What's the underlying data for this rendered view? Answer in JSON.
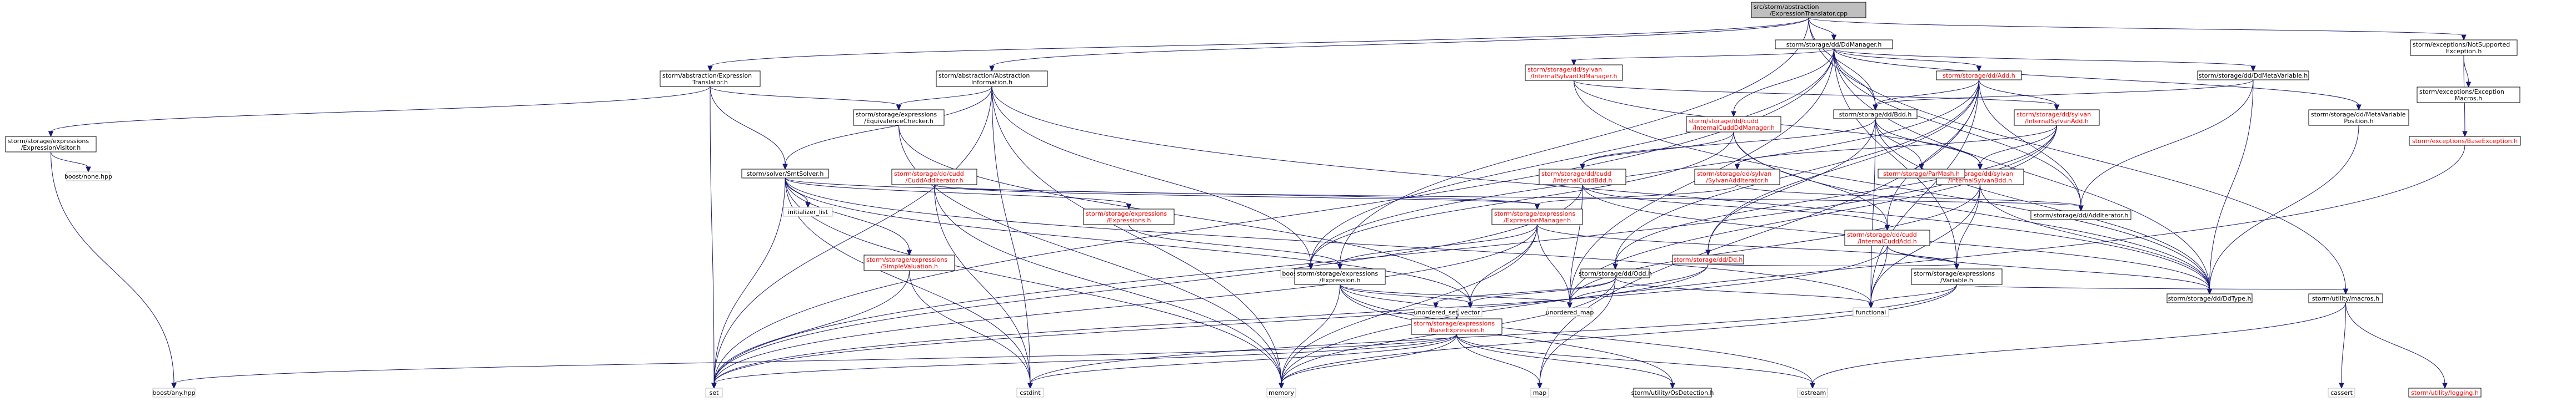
{
  "colors": {
    "edge": "#191970",
    "redText": "#ff0000",
    "rootFill": "#bfbfbf",
    "greyBorder": "#bfbfbf"
  },
  "nodes": [
    {
      "id": "root",
      "label": [
        "src/storm/abstraction",
        "/ExpressionTranslator.cpp"
      ],
      "kind": "root"
    },
    {
      "id": "abs_et_h",
      "label": [
        "storm/abstraction/Expression",
        "Translator.h"
      ]
    },
    {
      "id": "abs_info_h",
      "label": [
        "storm/abstraction/Abstraction",
        "Information.h"
      ]
    },
    {
      "id": "dd_manager_h",
      "label": [
        "storm/storage/dd/DdManager.h"
      ]
    },
    {
      "id": "ex_notsup_h",
      "label": [
        "storm/exceptions/NotSupported",
        "Exception.h"
      ]
    },
    {
      "id": "sylvan_mgr_h",
      "label": [
        "storm/storage/dd/sylvan",
        "/InternalSylvanDdManager.h"
      ],
      "kind": "red"
    },
    {
      "id": "add_h",
      "label": [
        "storm/storage/dd/Add.h"
      ],
      "kind": "red"
    },
    {
      "id": "meta_var_h",
      "label": [
        "storm/storage/dd/DdMetaVariable.h"
      ]
    },
    {
      "id": "cudd_mgr_h",
      "label": [
        "storm/storage/dd/cudd",
        "/InternalCuddDdManager.h"
      ],
      "kind": "red"
    },
    {
      "id": "expr_visitor_h",
      "label": [
        "storm/storage/expressions",
        "/ExpressionVisitor.h"
      ]
    },
    {
      "id": "equiv_h",
      "label": [
        "storm/storage/expressions",
        "/EquivalenceChecker.h"
      ]
    },
    {
      "id": "bdd_h",
      "label": [
        "storm/storage/dd/Bdd.h"
      ]
    },
    {
      "id": "sylvan_add_h",
      "label": [
        "storm/storage/dd/sylvan",
        "/InternalSylvanAdd.h"
      ],
      "kind": "red"
    },
    {
      "id": "meta_pos_h",
      "label": [
        "storm/storage/dd/MetaVariable",
        "Position.h"
      ]
    },
    {
      "id": "ex_base_h",
      "label": [
        "storm/exceptions/BaseException.h"
      ],
      "kind": "red"
    },
    {
      "id": "ex_macros_h",
      "label": [
        "storm/exceptions/Exception",
        "Macros.h"
      ]
    },
    {
      "id": "boost_none",
      "label": [
        "boost/none.hpp"
      ],
      "kind": "grey"
    },
    {
      "id": "smt_solver_h",
      "label": [
        "storm/solver/SmtSolver.h"
      ]
    },
    {
      "id": "cudd_addit_h",
      "label": [
        "storm/storage/dd/cudd",
        "/CuddAddIterator.h"
      ],
      "kind": "red"
    },
    {
      "id": "cudd_bdd_h",
      "label": [
        "storm/storage/dd/cudd",
        "/InternalCuddBdd.h"
      ],
      "kind": "red"
    },
    {
      "id": "sylvan_addit_h",
      "label": [
        "storm/storage/dd/sylvan",
        "/SylvanAddIterator.h"
      ],
      "kind": "red"
    },
    {
      "id": "sylvan_bdd_h",
      "label": [
        "storm/storage/dd/sylvan",
        "/InternalSylvanBdd.h"
      ],
      "kind": "red"
    },
    {
      "id": "parmash_h",
      "label": [
        "storm/storage/ParMash.h"
      ],
      "kind": "red"
    },
    {
      "id": "initializer_list",
      "label": [
        "initializer_list"
      ],
      "kind": "grey"
    },
    {
      "id": "expressions_h",
      "label": [
        "storm/storage/expressions",
        "/Expressions.h"
      ],
      "kind": "red"
    },
    {
      "id": "expr_mgr_h",
      "label": [
        "storm/storage/expressions",
        "/ExpressionManager.h"
      ],
      "kind": "red"
    },
    {
      "id": "add_iterator_h",
      "label": [
        "storm/storage/dd/AddIterator.h"
      ]
    },
    {
      "id": "cudd_add_h",
      "label": [
        "storm/storage/dd/cudd",
        "/InternalCuddAdd.h"
      ],
      "kind": "red"
    },
    {
      "id": "dd_h",
      "label": [
        "storm/storage/dd/Dd.h"
      ],
      "kind": "red"
    },
    {
      "id": "simple_val_h",
      "label": [
        "storm/storage/expressions",
        "/SimpleValuation.h"
      ],
      "kind": "red"
    },
    {
      "id": "boost_optional",
      "label": [
        "boost/optional.hpp"
      ],
      "kind": "grey"
    },
    {
      "id": "odd_h",
      "label": [
        "storm/storage/dd/Odd.h"
      ]
    },
    {
      "id": "expression_h",
      "label": [
        "storm/storage/expressions",
        "/Expression.h"
      ]
    },
    {
      "id": "variable_h",
      "label": [
        "storm/storage/expressions",
        "/Variable.h"
      ]
    },
    {
      "id": "dd_type_h",
      "label": [
        "storm/storage/dd/DdType.h"
      ]
    },
    {
      "id": "macros_h",
      "label": [
        "storm/utility/macros.h"
      ]
    },
    {
      "id": "base_expr_h",
      "label": [
        "storm/storage/expressions",
        "/BaseExpression.h"
      ],
      "kind": "red"
    },
    {
      "id": "unordered_set",
      "label": [
        "unordered_set"
      ],
      "kind": "grey"
    },
    {
      "id": "vector",
      "label": [
        "vector"
      ],
      "kind": "grey"
    },
    {
      "id": "unordered_map",
      "label": [
        "unordered_map"
      ],
      "kind": "grey"
    },
    {
      "id": "functional",
      "label": [
        "functional"
      ],
      "kind": "grey"
    },
    {
      "id": "boost_any",
      "label": [
        "boost/any.hpp"
      ],
      "kind": "grey"
    },
    {
      "id": "set",
      "label": [
        "set"
      ],
      "kind": "grey"
    },
    {
      "id": "cstdint",
      "label": [
        "cstdint"
      ],
      "kind": "grey"
    },
    {
      "id": "memory",
      "label": [
        "memory"
      ],
      "kind": "grey"
    },
    {
      "id": "map",
      "label": [
        "map"
      ],
      "kind": "grey"
    },
    {
      "id": "os_detection_h",
      "label": [
        "storm/utility/OsDetection.h"
      ]
    },
    {
      "id": "iostream",
      "label": [
        "iostream"
      ],
      "kind": "grey"
    },
    {
      "id": "cassert",
      "label": [
        "cassert"
      ],
      "kind": "grey"
    },
    {
      "id": "logging_h",
      "label": [
        "storm/utility/logging.h"
      ],
      "kind": "red"
    }
  ],
  "edges": [
    [
      "root",
      "abs_et_h"
    ],
    [
      "root",
      "abs_info_h"
    ],
    [
      "root",
      "dd_manager_h"
    ],
    [
      "root",
      "ex_notsup_h"
    ],
    [
      "root",
      "bdd_h"
    ],
    [
      "root",
      "expression_h"
    ],
    [
      "root",
      "macros_h"
    ],
    [
      "abs_et_h",
      "expr_visitor_h"
    ],
    [
      "abs_et_h",
      "equiv_h"
    ],
    [
      "abs_et_h",
      "smt_solver_h"
    ],
    [
      "abs_et_h",
      "set"
    ],
    [
      "abs_info_h",
      "equiv_h"
    ],
    [
      "abs_info_h",
      "smt_solver_h"
    ],
    [
      "abs_info_h",
      "boost_optional"
    ],
    [
      "abs_info_h",
      "set"
    ],
    [
      "abs_info_h",
      "memory"
    ],
    [
      "abs_info_h",
      "cstdint"
    ],
    [
      "abs_info_h",
      "dd_type_h"
    ],
    [
      "dd_manager_h",
      "sylvan_mgr_h"
    ],
    [
      "dd_manager_h",
      "add_h"
    ],
    [
      "dd_manager_h",
      "meta_var_h"
    ],
    [
      "dd_manager_h",
      "cudd_mgr_h"
    ],
    [
      "dd_manager_h",
      "bdd_h"
    ],
    [
      "dd_manager_h",
      "meta_pos_h"
    ],
    [
      "dd_manager_h",
      "add_iterator_h"
    ],
    [
      "dd_manager_h",
      "dd_type_h"
    ],
    [
      "dd_manager_h",
      "variable_h"
    ],
    [
      "dd_manager_h",
      "boost_optional"
    ],
    [
      "dd_manager_h",
      "set"
    ],
    [
      "dd_manager_h",
      "unordered_map"
    ],
    [
      "ex_notsup_h",
      "ex_base_h"
    ],
    [
      "ex_notsup_h",
      "ex_macros_h"
    ],
    [
      "sylvan_mgr_h",
      "sylvan_add_h"
    ],
    [
      "sylvan_mgr_h",
      "sylvan_bdd_h"
    ],
    [
      "sylvan_mgr_h",
      "dd_type_h"
    ],
    [
      "add_h",
      "bdd_h"
    ],
    [
      "add_h",
      "sylvan_add_h"
    ],
    [
      "add_h",
      "cudd_add_h"
    ],
    [
      "add_h",
      "dd_h"
    ],
    [
      "add_h",
      "odd_h"
    ],
    [
      "add_h",
      "add_iterator_h"
    ],
    [
      "add_h",
      "boost_optional"
    ],
    [
      "add_h",
      "map"
    ],
    [
      "add_h",
      "functional"
    ],
    [
      "meta_var_h",
      "bdd_h"
    ],
    [
      "meta_var_h",
      "add_iterator_h"
    ],
    [
      "meta_var_h",
      "dd_type_h"
    ],
    [
      "cudd_mgr_h",
      "cudd_bdd_h"
    ],
    [
      "cudd_mgr_h",
      "cudd_add_h"
    ],
    [
      "cudd_mgr_h",
      "boost_optional"
    ],
    [
      "cudd_mgr_h",
      "dd_type_h"
    ],
    [
      "expr_visitor_h",
      "boost_none"
    ],
    [
      "expr_visitor_h",
      "boost_any"
    ],
    [
      "equiv_h",
      "memory"
    ],
    [
      "equiv_h",
      "vector"
    ],
    [
      "bdd_h",
      "sylvan_bdd_h"
    ],
    [
      "bdd_h",
      "cudd_bdd_h"
    ],
    [
      "bdd_h",
      "parmash_h"
    ],
    [
      "bdd_h",
      "dd_h"
    ],
    [
      "bdd_h",
      "dd_type_h"
    ],
    [
      "bdd_h",
      "functional"
    ],
    [
      "sylvan_add_h",
      "sylvan_addit_h"
    ],
    [
      "sylvan_add_h",
      "sylvan_bdd_h"
    ],
    [
      "sylvan_add_h",
      "odd_h"
    ],
    [
      "sylvan_add_h",
      "set"
    ],
    [
      "sylvan_add_h",
      "unordered_map"
    ],
    [
      "meta_pos_h",
      "dd_type_h"
    ],
    [
      "ex_base_h",
      "memory"
    ],
    [
      "smt_solver_h",
      "initializer_list"
    ],
    [
      "smt_solver_h",
      "expressions_h"
    ],
    [
      "smt_solver_h",
      "expr_mgr_h"
    ],
    [
      "smt_solver_h",
      "simple_val_h"
    ],
    [
      "smt_solver_h",
      "set"
    ],
    [
      "smt_solver_h",
      "memory"
    ],
    [
      "smt_solver_h",
      "vector"
    ],
    [
      "smt_solver_h",
      "cstdint"
    ],
    [
      "smt_solver_h",
      "functional"
    ],
    [
      "cudd_addit_h",
      "add_iterator_h"
    ],
    [
      "cudd_addit_h",
      "expr_mgr_h"
    ],
    [
      "cudd_addit_h",
      "memory"
    ],
    [
      "cudd_addit_h",
      "cstdint"
    ],
    [
      "cudd_bdd_h",
      "dd_type_h"
    ],
    [
      "cudd_bdd_h",
      "cudd_add_h"
    ],
    [
      "cudd_bdd_h",
      "set"
    ],
    [
      "cudd_bdd_h",
      "unordered_map"
    ],
    [
      "sylvan_addit_h",
      "expr_mgr_h"
    ],
    [
      "sylvan_addit_h",
      "add_iterator_h"
    ],
    [
      "sylvan_bdd_h",
      "dd_type_h"
    ],
    [
      "sylvan_bdd_h",
      "variable_h"
    ],
    [
      "sylvan_bdd_h",
      "functional"
    ],
    [
      "sylvan_bdd_h",
      "unordered_map"
    ],
    [
      "expressions_h",
      "expression_h"
    ],
    [
      "expr_mgr_h",
      "variable_h"
    ],
    [
      "expr_mgr_h",
      "expression_h"
    ],
    [
      "expr_mgr_h",
      "set"
    ],
    [
      "expr_mgr_h",
      "vector"
    ],
    [
      "expr_mgr_h",
      "unordered_map"
    ],
    [
      "expr_mgr_h",
      "memory"
    ],
    [
      "cudd_add_h",
      "dd_type_h"
    ],
    [
      "cudd_add_h",
      "variable_h"
    ],
    [
      "cudd_add_h",
      "functional"
    ],
    [
      "cudd_add_h",
      "set"
    ],
    [
      "dd_h",
      "variable_h"
    ],
    [
      "dd_h",
      "unordered_map"
    ],
    [
      "dd_h",
      "set"
    ],
    [
      "simple_val_h",
      "cstdint"
    ],
    [
      "simple_val_h",
      "set"
    ],
    [
      "odd_h",
      "unordered_set"
    ],
    [
      "odd_h",
      "vector"
    ],
    [
      "odd_h",
      "memory"
    ],
    [
      "odd_h",
      "map"
    ],
    [
      "odd_h",
      "functional"
    ],
    [
      "expression_h",
      "base_expr_h"
    ],
    [
      "expression_h",
      "os_detection_h"
    ],
    [
      "expression_h",
      "unordered_map"
    ],
    [
      "expression_h",
      "vector"
    ],
    [
      "expression_h",
      "memory"
    ],
    [
      "expression_h",
      "iostream"
    ],
    [
      "variable_h",
      "macros_h"
    ],
    [
      "variable_h",
      "functional"
    ],
    [
      "variable_h",
      "memory"
    ],
    [
      "variable_h",
      "cstdint"
    ],
    [
      "base_expr_h",
      "set"
    ],
    [
      "base_expr_h",
      "map"
    ],
    [
      "base_expr_h",
      "iostream"
    ],
    [
      "base_expr_h",
      "os_detection_h"
    ],
    [
      "base_expr_h",
      "boost_any"
    ],
    [
      "base_expr_h",
      "memory"
    ],
    [
      "base_expr_h",
      "cstdint"
    ],
    [
      "macros_h",
      "cassert"
    ],
    [
      "macros_h",
      "logging_h"
    ],
    [
      "macros_h",
      "iostream"
    ]
  ]
}
